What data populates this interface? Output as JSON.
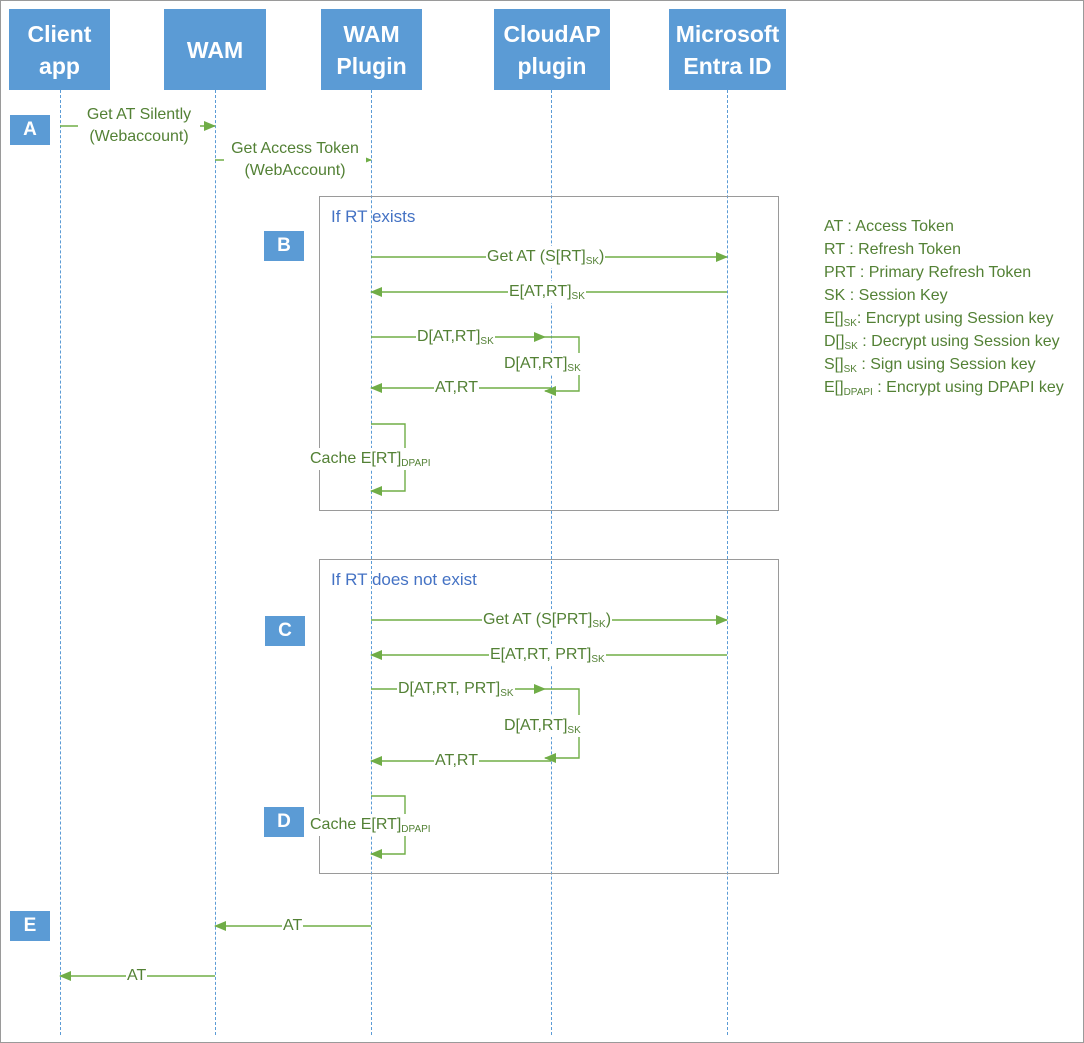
{
  "actors": [
    {
      "id": "client",
      "label": "Client\napp"
    },
    {
      "id": "wam",
      "label": "WAM"
    },
    {
      "id": "plugin",
      "label": "WAM\nPlugin"
    },
    {
      "id": "cloudap",
      "label": "CloudAP\nplugin"
    },
    {
      "id": "entra",
      "label": "Microsoft\nEntra ID"
    }
  ],
  "steps": {
    "a": "A",
    "b": "B",
    "c": "C",
    "d": "D",
    "e": "E"
  },
  "fragments": {
    "rt_exists": "If RT exists",
    "rt_not_exists": "If RT does not exist"
  },
  "messages": {
    "get_at_silently": {
      "line1": "Get AT Silently",
      "line2": "(Webaccount)"
    },
    "get_access_token": {
      "line1": "Get Access Token",
      "line2": "(WebAccount)"
    },
    "b_get_at": {
      "text": "Get AT (S[RT]",
      "sub": "SK",
      "tail": ")"
    },
    "b_encrypted": {
      "text": "E[AT,RT]",
      "sub": "SK"
    },
    "b_decrypt_req": {
      "text": "D[AT,RT]",
      "sub": "SK"
    },
    "b_decrypt_res": {
      "text": "D[AT,RT]",
      "sub": "SK"
    },
    "b_at_rt": "AT,RT",
    "b_cache": {
      "text": "Cache E[RT]",
      "sub": "DPAPI"
    },
    "c_get_at": {
      "text": "Get AT (S[PRT]",
      "sub": "SK",
      "tail": ")"
    },
    "c_encrypted": {
      "text": "E[AT,RT, PRT]",
      "sub": "SK"
    },
    "c_decrypt_req": {
      "text": "D[AT,RT, PRT]",
      "sub": "SK"
    },
    "c_decrypt_res": {
      "text": "D[AT,RT]",
      "sub": "SK"
    },
    "c_at_rt": "AT,RT",
    "c_cache": {
      "text": "Cache E[RT]",
      "sub": "DPAPI"
    },
    "e_at_plugin_to_wam": "AT",
    "e_at_wam_to_client": "AT"
  },
  "legend": {
    "at": "AT : Access Token",
    "rt": "RT : Refresh Token",
    "prt": "PRT : Primary Refresh Token",
    "sk": "SK : Session Key",
    "e_pre": "E[]",
    "e_sub": "SK",
    "e_post": ": Encrypt using Session key",
    "d_pre": "D[]",
    "d_sub": "SK",
    "d_post": " : Decrypt using Session key",
    "s_pre": "S[]",
    "s_sub": "SK",
    "s_post": " : Sign using Session key",
    "edp_pre": "E[]",
    "edp_sub": "DPAPI",
    "edp_post": " : Encrypt using DPAPI key"
  },
  "colors": {
    "actor": "#5b9bd5",
    "arrow": "#70ad47",
    "label": "#538135",
    "fragment_title": "#4472c4"
  }
}
